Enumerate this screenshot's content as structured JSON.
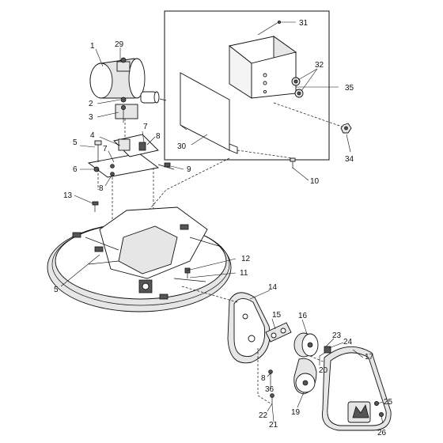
{
  "diagram": {
    "callouts": [
      {
        "id": "1",
        "label": "1"
      },
      {
        "id": "2",
        "label": "2"
      },
      {
        "id": "3",
        "label": "3"
      },
      {
        "id": "4",
        "label": "4"
      },
      {
        "id": "5a",
        "label": "5"
      },
      {
        "id": "5b",
        "label": "5"
      },
      {
        "id": "6",
        "label": "6"
      },
      {
        "id": "7a",
        "label": "7"
      },
      {
        "id": "7b",
        "label": "7"
      },
      {
        "id": "8a",
        "label": "8"
      },
      {
        "id": "8b",
        "label": "8"
      },
      {
        "id": "8c",
        "label": "8"
      },
      {
        "id": "9",
        "label": "9"
      },
      {
        "id": "10",
        "label": "10"
      },
      {
        "id": "11",
        "label": "11"
      },
      {
        "id": "12",
        "label": "12"
      },
      {
        "id": "13",
        "label": "13"
      },
      {
        "id": "14",
        "label": "14"
      },
      {
        "id": "15",
        "label": "15"
      },
      {
        "id": "16",
        "label": "16"
      },
      {
        "id": "17",
        "label": "17"
      },
      {
        "id": "19",
        "label": "19"
      },
      {
        "id": "20",
        "label": "20"
      },
      {
        "id": "21",
        "label": "21"
      },
      {
        "id": "22",
        "label": "22"
      },
      {
        "id": "23",
        "label": "23"
      },
      {
        "id": "24",
        "label": "24"
      },
      {
        "id": "25",
        "label": "25"
      },
      {
        "id": "26",
        "label": "26"
      },
      {
        "id": "29",
        "label": "29"
      },
      {
        "id": "30",
        "label": "30"
      },
      {
        "id": "31",
        "label": "31"
      },
      {
        "id": "32",
        "label": "32"
      },
      {
        "id": "34",
        "label": "34"
      },
      {
        "id": "35",
        "label": "35"
      },
      {
        "id": "36",
        "label": "36"
      }
    ]
  }
}
